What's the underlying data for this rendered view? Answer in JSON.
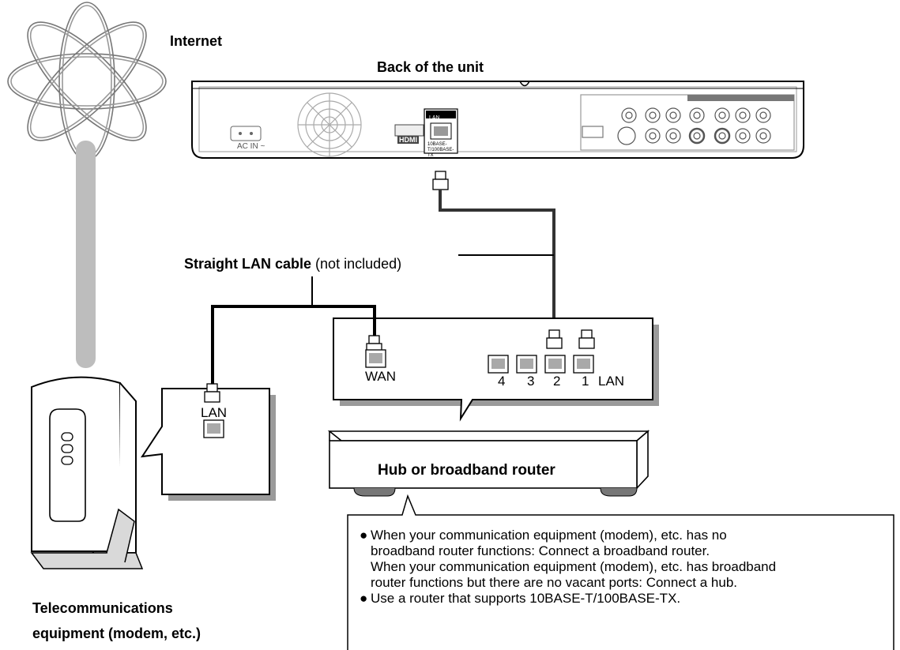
{
  "labels": {
    "internet": "Internet",
    "back_of_unit": "Back of the unit",
    "cable_bold": "Straight LAN cable",
    "cable_note": "(not included)",
    "router": "Hub or broadband router",
    "telecom_line1": "Telecommunications",
    "telecom_line2": "equipment (modem, etc.)"
  },
  "ports": {
    "wan": "WAN",
    "lan": "LAN",
    "numbers": [
      "4",
      "3",
      "2",
      "1"
    ],
    "modem_lan": "LAN",
    "unit_lan": "LAN",
    "unit_hdmi": "HDMI",
    "unit_ac": "AC IN ~",
    "unit_base": "10BASE-T/100BASE-TX"
  },
  "notes": {
    "bullet": "●",
    "line1": "When your communication equipment (modem), etc. has no",
    "line2": "broadband router functions: Connect a broadband router.",
    "line3": "When your communication equipment (modem), etc. has broadband",
    "line4": "router functions but there are no vacant ports: Connect a hub.",
    "line5": "Use a router that supports 10BASE-T/100BASE-TX."
  },
  "colors": {
    "line": "#000000",
    "cable": "#333333",
    "pole": "#bdbdbd",
    "shadow": "#9a9a9a",
    "port": "#a9a9a9"
  }
}
